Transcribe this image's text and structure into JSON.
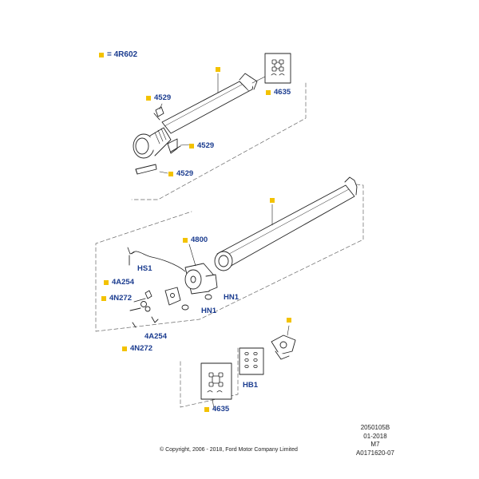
{
  "legend": {
    "symbol_text": "= 4R602"
  },
  "callouts": {
    "c4635_top": "4635",
    "c4529_a": "4529",
    "c4529_b": "4529",
    "c4529_c": "4529",
    "c4800": "4800",
    "hs1": "HS1",
    "c4a254_a": "4A254",
    "c4n272_a": "4N272",
    "hn1_a": "HN1",
    "hn1_b": "HN1",
    "c4a254_b": "4A254",
    "c4n272_b": "4N272",
    "hb1": "HB1",
    "c4635_bottom": "4635"
  },
  "reference": {
    "line1": "2050105B",
    "line2": "01-2018",
    "line3": "M7",
    "line4": "A0171620-07"
  },
  "copyright": "© Copyright, 2006 - 2018, Ford Motor Company Limited",
  "colors": {
    "callout_text": "#1b3c8f",
    "marker": "#f3c200"
  }
}
